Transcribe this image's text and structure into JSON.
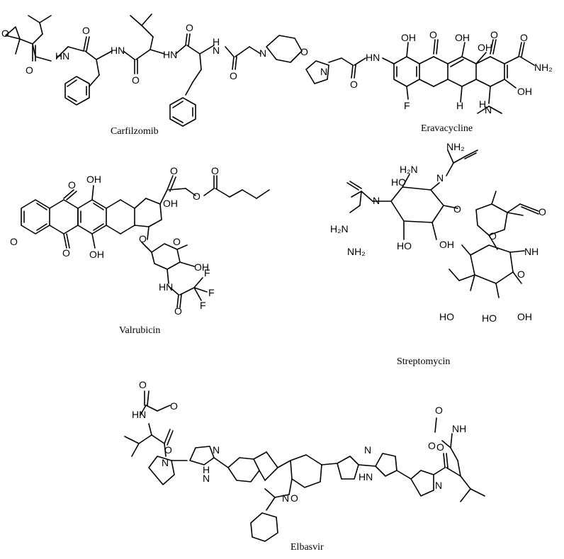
{
  "compounds": [
    {
      "name": "Carfilzomib"
    },
    {
      "name": "Eravacycline"
    },
    {
      "name": "Valrubicin"
    },
    {
      "name": "Streptomycin"
    },
    {
      "name": "Elbasvir"
    }
  ],
  "atom_labels": {
    "O": "O",
    "N": "N",
    "F": "F",
    "H": "H",
    "OH": "OH",
    "HO": "HO",
    "HN": "HN",
    "NH": "NH",
    "NH2": "NH₂",
    "H2N": "H₂N"
  }
}
